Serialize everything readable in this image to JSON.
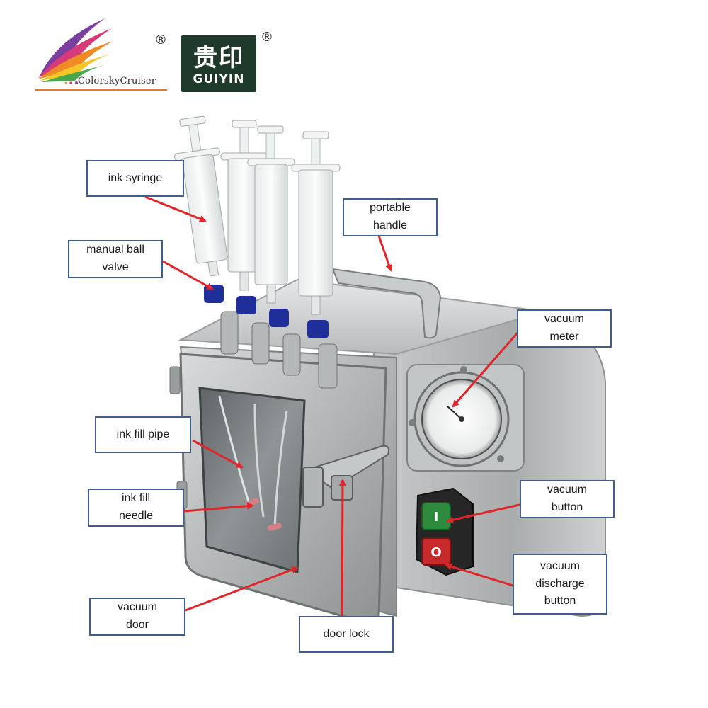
{
  "brand": {
    "left_logo_text": "ColorskyCruiser",
    "right_logo_cn": "贵印",
    "right_logo_en": "GUIYIN",
    "registered_mark": "®"
  },
  "callouts": {
    "ink_syringe": "ink syringe",
    "portable_handle": "portable\nhandle",
    "manual_ball_valve": "manual ball\nvalve",
    "vacuum_meter": "vacuum\nmeter",
    "ink_fill_pipe": "ink fill pipe",
    "ink_fill_needle": "ink fill\nneedle",
    "vacuum_button": "vacuum\nbutton",
    "vacuum_discharge_button": "vacuum\ndischarge\nbutton",
    "vacuum_door": "vacuum\ndoor",
    "door_lock": "door lock"
  },
  "button_symbols": {
    "on": "I",
    "off": "O"
  },
  "colors": {
    "callout_border": "#3f5f8a",
    "arrow": "#e0262b",
    "steel": "#b9bcbd",
    "valve_blue": "#1f2f9a",
    "button_green": "#2e8b3e",
    "button_red": "#c62a2a"
  }
}
